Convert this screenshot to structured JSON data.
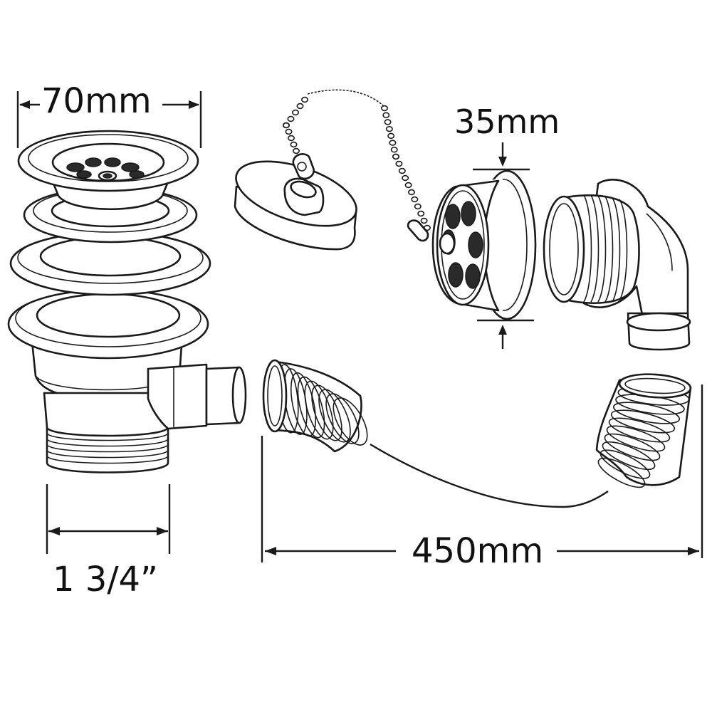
{
  "dimensions": {
    "strainer_width": "70mm",
    "overflow_outlet": "35mm",
    "hose_length": "450mm",
    "outlet_thread": "1 3/4”"
  },
  "colors": {
    "ink": "#1a1a1a",
    "background": "#ffffff"
  }
}
